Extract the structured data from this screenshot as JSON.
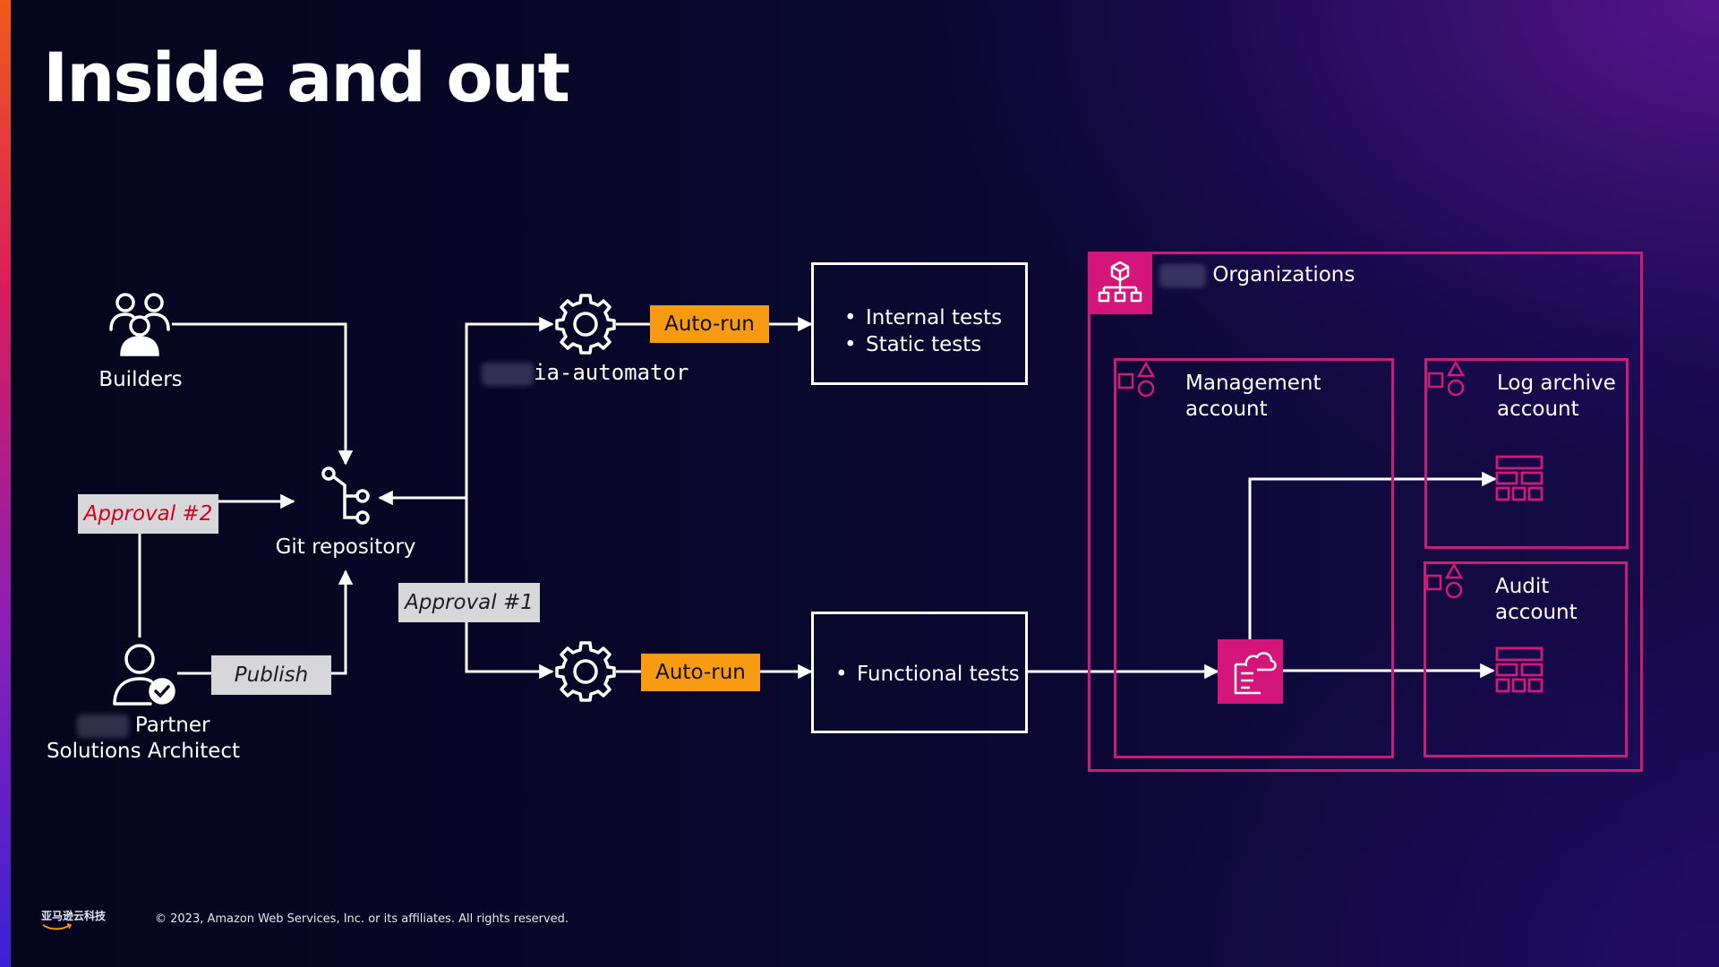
{
  "slide": {
    "title": "Inside and out",
    "footer_logo_text": "亚马逊云科技",
    "copyright": "© 2023, Amazon Web Services, Inc. or its affiliates. All rights reserved."
  },
  "left": {
    "builders_label": "Builders",
    "git_label": "Git repository",
    "approval2": "Approval #2",
    "approval1": "Approval #1",
    "publish": "Publish",
    "partner_line1": "Partner",
    "partner_line2": "Solutions Architect"
  },
  "pipeline": {
    "automator_label": "ia-automator",
    "autorun_top": "Auto-run",
    "autorun_bottom": "Auto-run",
    "top_tests": [
      "Internal tests",
      "Static tests"
    ],
    "bottom_tests": [
      "Functional tests"
    ]
  },
  "organizations": {
    "label": "Organizations",
    "management_line1": "Management",
    "management_line2": "account",
    "log_line1": "Log archive",
    "log_line2": "account",
    "audit_line1": "Audit",
    "audit_line2": "account"
  },
  "colors": {
    "accent_pink": "#cc1c78",
    "autorun_orange": "#f89b13",
    "approval_red": "#d0021b",
    "tag_gray": "#d7d7db"
  },
  "icons": [
    "users-icon",
    "git-branch-icon",
    "user-check-icon",
    "gear-icon",
    "organizations-icon",
    "account-shapes-icon",
    "cloudformation-icon",
    "storage-icon"
  ]
}
